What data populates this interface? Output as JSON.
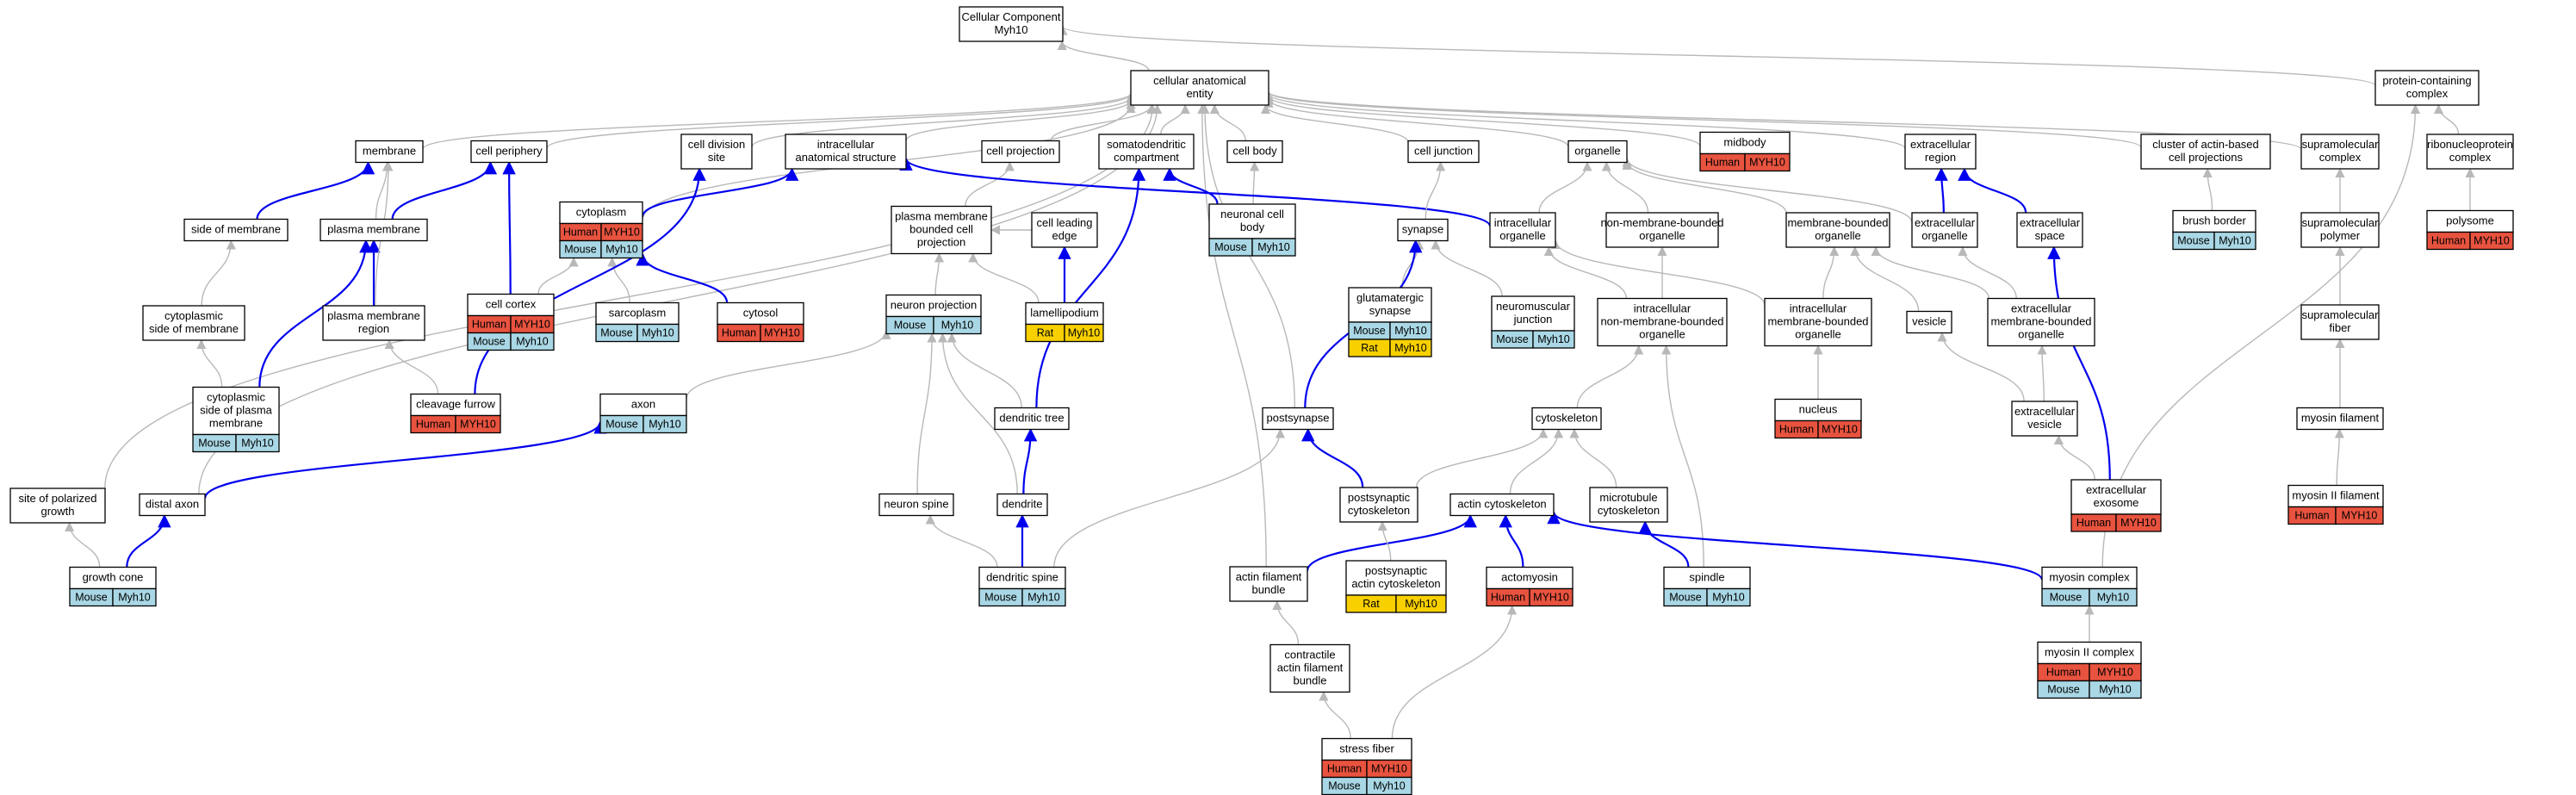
{
  "colors": {
    "human": "#e8533f",
    "mouse": "#a9d7e5",
    "rat": "#f8d000",
    "gray_edge": "#b8b8b8",
    "blue_edge": "#0000ee"
  },
  "nodes": [
    {
      "id": "root",
      "lines": [
        "Cellular Component",
        "Myh10"
      ]
    },
    {
      "id": "cae",
      "lines": [
        "cellular anatomical",
        "entity"
      ]
    },
    {
      "id": "pcc",
      "lines": [
        "protein-containing",
        "complex"
      ]
    },
    {
      "id": "membrane",
      "lines": [
        "membrane"
      ]
    },
    {
      "id": "cellperiph",
      "lines": [
        "cell periphery"
      ]
    },
    {
      "id": "cytoplasm",
      "lines": [
        "cytoplasm"
      ],
      "tags": [
        [
          "Human",
          "MYH10"
        ],
        [
          "Mouse",
          "Myh10"
        ]
      ]
    },
    {
      "id": "celldiv",
      "lines": [
        "cell division",
        "site"
      ]
    },
    {
      "id": "ias",
      "lines": [
        "intracellular",
        "anatomical structure"
      ]
    },
    {
      "id": "cellproj",
      "lines": [
        "cell projection"
      ]
    },
    {
      "id": "somato",
      "lines": [
        "somatodendritic",
        "compartment"
      ]
    },
    {
      "id": "cellbody",
      "lines": [
        "cell body"
      ]
    },
    {
      "id": "celljunc",
      "lines": [
        "cell junction"
      ]
    },
    {
      "id": "organelle",
      "lines": [
        "organelle"
      ]
    },
    {
      "id": "midbody",
      "lines": [
        "midbody"
      ],
      "tags": [
        [
          "Human",
          "MYH10"
        ]
      ]
    },
    {
      "id": "extreg",
      "lines": [
        "extracellular",
        "region"
      ]
    },
    {
      "id": "clusteractin",
      "lines": [
        "cluster of actin-based",
        "cell projections"
      ]
    },
    {
      "id": "supramolcx",
      "lines": [
        "supramolecular",
        "complex"
      ]
    },
    {
      "id": "ribonuc",
      "lines": [
        "ribonucleoprotein",
        "complex"
      ]
    },
    {
      "id": "sidemem",
      "lines": [
        "side of membrane"
      ]
    },
    {
      "id": "plasmamem",
      "lines": [
        "plasma membrane"
      ]
    },
    {
      "id": "pmbcp",
      "lines": [
        "plasma membrane",
        "bounded cell",
        "projection"
      ]
    },
    {
      "id": "cellleading",
      "lines": [
        "cell leading",
        "edge"
      ]
    },
    {
      "id": "neuronalcb",
      "lines": [
        "neuronal cell",
        "body"
      ],
      "tags": [
        [
          "Mouse",
          "Myh10"
        ]
      ]
    },
    {
      "id": "synapse",
      "lines": [
        "synapse"
      ]
    },
    {
      "id": "intorg",
      "lines": [
        "intracellular",
        "organelle"
      ]
    },
    {
      "id": "nonmemorg",
      "lines": [
        "non-membrane-bounded",
        "organelle"
      ]
    },
    {
      "id": "membound",
      "lines": [
        "membrane-bounded",
        "organelle"
      ]
    },
    {
      "id": "extorg",
      "lines": [
        "extracellular",
        "organelle"
      ]
    },
    {
      "id": "extspace",
      "lines": [
        "extracellular",
        "space"
      ]
    },
    {
      "id": "brushborder",
      "lines": [
        "brush border"
      ],
      "tags": [
        [
          "Mouse",
          "Myh10"
        ]
      ]
    },
    {
      "id": "supramolpol",
      "lines": [
        "supramolecular",
        "polymer"
      ]
    },
    {
      "id": "polysome",
      "lines": [
        "polysome"
      ],
      "tags": [
        [
          "Human",
          "MYH10"
        ]
      ]
    },
    {
      "id": "cytsidemem",
      "lines": [
        "cytoplasmic",
        "side of membrane"
      ]
    },
    {
      "id": "pmregion",
      "lines": [
        "plasma membrane",
        "region"
      ]
    },
    {
      "id": "cellcortex",
      "lines": [
        "cell cortex"
      ],
      "tags": [
        [
          "Human",
          "MYH10"
        ],
        [
          "Mouse",
          "Myh10"
        ]
      ]
    },
    {
      "id": "sarcoplasm",
      "lines": [
        "sarcoplasm"
      ],
      "tags": [
        [
          "Mouse",
          "Myh10"
        ]
      ]
    },
    {
      "id": "cytosol",
      "lines": [
        "cytosol"
      ],
      "tags": [
        [
          "Human",
          "MYH10"
        ]
      ]
    },
    {
      "id": "neuronproj",
      "lines": [
        "neuron projection"
      ],
      "tags": [
        [
          "Mouse",
          "Myh10"
        ]
      ]
    },
    {
      "id": "lamelli",
      "lines": [
        "lamellipodium"
      ],
      "tags": [
        [
          "Rat",
          "Myh10"
        ]
      ]
    },
    {
      "id": "glutsyn",
      "lines": [
        "glutamatergic",
        "synapse"
      ],
      "tags": [
        [
          "Mouse",
          "Myh10"
        ],
        [
          "Rat",
          "Myh10"
        ]
      ]
    },
    {
      "id": "nmj",
      "lines": [
        "neuromuscular",
        "junction"
      ],
      "tags": [
        [
          "Mouse",
          "Myh10"
        ]
      ]
    },
    {
      "id": "intnonmem",
      "lines": [
        "intracellular",
        "non-membrane-bounded",
        "organelle"
      ]
    },
    {
      "id": "intmembound",
      "lines": [
        "intracellular",
        "membrane-bounded",
        "organelle"
      ]
    },
    {
      "id": "vesicle",
      "lines": [
        "vesicle"
      ]
    },
    {
      "id": "extmembound",
      "lines": [
        "extracellular",
        "membrane-bounded",
        "organelle"
      ]
    },
    {
      "id": "supramolfib",
      "lines": [
        "supramolecular",
        "fiber"
      ]
    },
    {
      "id": "cytsidepm",
      "lines": [
        "cytoplasmic",
        "side of plasma",
        "membrane"
      ],
      "tags": [
        [
          "Mouse",
          "Myh10"
        ]
      ]
    },
    {
      "id": "cleavage",
      "lines": [
        "cleavage furrow"
      ],
      "tags": [
        [
          "Human",
          "MYH10"
        ]
      ]
    },
    {
      "id": "axon",
      "lines": [
        "axon"
      ],
      "tags": [
        [
          "Mouse",
          "Myh10"
        ]
      ]
    },
    {
      "id": "dendtree",
      "lines": [
        "dendritic tree"
      ]
    },
    {
      "id": "postsynapse",
      "lines": [
        "postsynapse"
      ]
    },
    {
      "id": "cytoskeleton",
      "lines": [
        "cytoskeleton"
      ]
    },
    {
      "id": "nucleus",
      "lines": [
        "nucleus"
      ],
      "tags": [
        [
          "Human",
          "MYH10"
        ]
      ]
    },
    {
      "id": "extvesicle",
      "lines": [
        "extracellular",
        "vesicle"
      ]
    },
    {
      "id": "myosinfil",
      "lines": [
        "myosin filament"
      ]
    },
    {
      "id": "sitepol",
      "lines": [
        "site of polarized",
        "growth"
      ]
    },
    {
      "id": "distalaxon",
      "lines": [
        "distal axon"
      ]
    },
    {
      "id": "neuronspine",
      "lines": [
        "neuron spine"
      ]
    },
    {
      "id": "dendrite",
      "lines": [
        "dendrite"
      ]
    },
    {
      "id": "postsyncyt",
      "lines": [
        "postsynaptic",
        "cytoskeleton"
      ]
    },
    {
      "id": "actincyt",
      "lines": [
        "actin cytoskeleton"
      ]
    },
    {
      "id": "microtub",
      "lines": [
        "microtubule",
        "cytoskeleton"
      ]
    },
    {
      "id": "extexosome",
      "lines": [
        "extracellular",
        "exosome"
      ],
      "tags": [
        [
          "Human",
          "MYH10"
        ]
      ]
    },
    {
      "id": "myosin2fil",
      "lines": [
        "myosin II filament"
      ],
      "tags": [
        [
          "Human",
          "MYH10"
        ]
      ]
    },
    {
      "id": "growthcone",
      "lines": [
        "growth cone"
      ],
      "tags": [
        [
          "Mouse",
          "Myh10"
        ]
      ]
    },
    {
      "id": "dendspine",
      "lines": [
        "dendritic spine"
      ],
      "tags": [
        [
          "Mouse",
          "Myh10"
        ]
      ]
    },
    {
      "id": "actinbundle",
      "lines": [
        "actin filament",
        "bundle"
      ]
    },
    {
      "id": "postsynactin",
      "lines": [
        "postsynaptic",
        "actin cytoskeleton"
      ],
      "tags": [
        [
          "Rat",
          "Myh10"
        ]
      ]
    },
    {
      "id": "actomyosin",
      "lines": [
        "actomyosin"
      ],
      "tags": [
        [
          "Human",
          "MYH10"
        ]
      ]
    },
    {
      "id": "spindle",
      "lines": [
        "spindle"
      ],
      "tags": [
        [
          "Mouse",
          "Myh10"
        ]
      ]
    },
    {
      "id": "myosincx",
      "lines": [
        "myosin complex"
      ],
      "tags": [
        [
          "Mouse",
          "Myh10"
        ]
      ]
    },
    {
      "id": "myosin2cx",
      "lines": [
        "myosin II complex"
      ],
      "tags": [
        [
          "Human",
          "MYH10"
        ],
        [
          "Mouse",
          "Myh10"
        ]
      ]
    },
    {
      "id": "contractile",
      "lines": [
        "contractile",
        "actin filament",
        "bundle"
      ]
    },
    {
      "id": "stressfiber",
      "lines": [
        "stress fiber"
      ],
      "tags": [
        [
          "Human",
          "MYH10"
        ],
        [
          "Mouse",
          "Myh10"
        ]
      ]
    }
  ],
  "edges": [
    [
      "cae",
      "root",
      "gray"
    ],
    [
      "pcc",
      "root",
      "gray"
    ],
    [
      "membrane",
      "cae",
      "gray"
    ],
    [
      "cellperiph",
      "cae",
      "gray"
    ],
    [
      "cytoplasm",
      "cae",
      "gray"
    ],
    [
      "celldiv",
      "cae",
      "gray"
    ],
    [
      "ias",
      "cae",
      "gray"
    ],
    [
      "cellproj",
      "cae",
      "gray"
    ],
    [
      "somato",
      "cae",
      "gray"
    ],
    [
      "cellbody",
      "cae",
      "gray"
    ],
    [
      "celljunc",
      "cae",
      "gray"
    ],
    [
      "organelle",
      "cae",
      "gray"
    ],
    [
      "midbody",
      "cae",
      "gray"
    ],
    [
      "extreg",
      "cae",
      "gray"
    ],
    [
      "clusteractin",
      "cae",
      "gray"
    ],
    [
      "supramolcx",
      "cae",
      "gray"
    ],
    [
      "sitepol",
      "cae",
      "gray"
    ],
    [
      "distalaxon",
      "cae",
      "gray"
    ],
    [
      "postsynapse",
      "cae",
      "gray"
    ],
    [
      "actinbundle",
      "cae",
      "gray"
    ],
    [
      "myosincx",
      "pcc",
      "gray"
    ],
    [
      "ribonuc",
      "pcc",
      "gray"
    ],
    [
      "sidemem",
      "membrane",
      "blue"
    ],
    [
      "plasmamem",
      "cellperiph",
      "blue"
    ],
    [
      "plasmamem",
      "membrane",
      "gray"
    ],
    [
      "cytoplasm",
      "ias",
      "blue"
    ],
    [
      "pmbcp",
      "cellproj",
      "gray"
    ],
    [
      "neuronalcb",
      "somato",
      "blue"
    ],
    [
      "neuronalcb",
      "cellbody",
      "gray"
    ],
    [
      "intorg",
      "ias",
      "blue"
    ],
    [
      "intorg",
      "organelle",
      "gray"
    ],
    [
      "nonmemorg",
      "organelle",
      "gray"
    ],
    [
      "membound",
      "organelle",
      "gray"
    ],
    [
      "extorg",
      "extreg",
      "blue"
    ],
    [
      "extspace",
      "extreg",
      "blue"
    ],
    [
      "extorg",
      "organelle",
      "gray"
    ],
    [
      "brushborder",
      "clusteractin",
      "gray"
    ],
    [
      "supramolpol",
      "supramolcx",
      "gray"
    ],
    [
      "polysome",
      "ribonuc",
      "gray"
    ],
    [
      "cytsidemem",
      "sidemem",
      "gray"
    ],
    [
      "pmregion",
      "plasmamem",
      "blue"
    ],
    [
      "pmregion",
      "membrane",
      "gray"
    ],
    [
      "cellcortex",
      "cellperiph",
      "blue"
    ],
    [
      "cellcortex",
      "cytoplasm",
      "gray"
    ],
    [
      "sarcoplasm",
      "cytoplasm",
      "gray"
    ],
    [
      "cytosol",
      "cytoplasm",
      "blue"
    ],
    [
      "neuronproj",
      "pmbcp",
      "gray"
    ],
    [
      "cellleading",
      "pmbcp",
      "gray"
    ],
    [
      "lamelli",
      "cellleading",
      "blue"
    ],
    [
      "lamelli",
      "pmbcp",
      "gray"
    ],
    [
      "glutsyn",
      "synapse",
      "gray"
    ],
    [
      "nmj",
      "synapse",
      "gray"
    ],
    [
      "synapse",
      "celljunc",
      "gray"
    ],
    [
      "intnonmem",
      "intorg",
      "gray"
    ],
    [
      "intnonmem",
      "nonmemorg",
      "gray"
    ],
    [
      "intmembound",
      "intorg",
      "gray"
    ],
    [
      "intmembound",
      "membound",
      "gray"
    ],
    [
      "vesicle",
      "membound",
      "gray"
    ],
    [
      "extmembound",
      "membound",
      "gray"
    ],
    [
      "extmembound",
      "extorg",
      "gray"
    ],
    [
      "supramolfib",
      "supramolpol",
      "gray"
    ],
    [
      "cytsidepm",
      "plasmamem",
      "blue"
    ],
    [
      "cytsidepm",
      "cytsidemem",
      "gray"
    ],
    [
      "cleavage",
      "celldiv",
      "blue"
    ],
    [
      "cleavage",
      "pmregion",
      "gray"
    ],
    [
      "axon",
      "neuronproj",
      "gray"
    ],
    [
      "dendtree",
      "somato",
      "blue"
    ],
    [
      "dendtree",
      "neuronproj",
      "gray"
    ],
    [
      "postsynapse",
      "synapse",
      "blue"
    ],
    [
      "cytoskeleton",
      "intnonmem",
      "gray"
    ],
    [
      "nucleus",
      "intmembound",
      "gray"
    ],
    [
      "extvesicle",
      "vesicle",
      "gray"
    ],
    [
      "extvesicle",
      "extmembound",
      "gray"
    ],
    [
      "myosinfil",
      "supramolfib",
      "gray"
    ],
    [
      "distalaxon",
      "axon",
      "blue"
    ],
    [
      "neuronspine",
      "neuronproj",
      "gray"
    ],
    [
      "dendrite",
      "dendtree",
      "blue"
    ],
    [
      "dendrite",
      "neuronproj",
      "gray"
    ],
    [
      "postsyncyt",
      "postsynapse",
      "blue"
    ],
    [
      "postsyncyt",
      "cytoskeleton",
      "gray"
    ],
    [
      "actincyt",
      "cytoskeleton",
      "gray"
    ],
    [
      "microtub",
      "cytoskeleton",
      "gray"
    ],
    [
      "extexosome",
      "extspace",
      "blue"
    ],
    [
      "extexosome",
      "extvesicle",
      "gray"
    ],
    [
      "myosin2fil",
      "myosinfil",
      "gray"
    ],
    [
      "growthcone",
      "distalaxon",
      "blue"
    ],
    [
      "growthcone",
      "sitepol",
      "gray"
    ],
    [
      "dendspine",
      "dendrite",
      "blue"
    ],
    [
      "dendspine",
      "neuronspine",
      "gray"
    ],
    [
      "dendspine",
      "postsynapse",
      "gray"
    ],
    [
      "actinbundle",
      "actincyt",
      "blue"
    ],
    [
      "postsynactin",
      "postsyncyt",
      "gray"
    ],
    [
      "actomyosin",
      "actincyt",
      "blue"
    ],
    [
      "spindle",
      "microtub",
      "blue"
    ],
    [
      "spindle",
      "intnonmem",
      "gray"
    ],
    [
      "myosincx",
      "actincyt",
      "blue"
    ],
    [
      "myosin2cx",
      "myosincx",
      "gray"
    ],
    [
      "contractile",
      "actinbundle",
      "gray"
    ],
    [
      "stressfiber",
      "contractile",
      "gray"
    ],
    [
      "stressfiber",
      "actomyosin",
      "gray"
    ]
  ]
}
